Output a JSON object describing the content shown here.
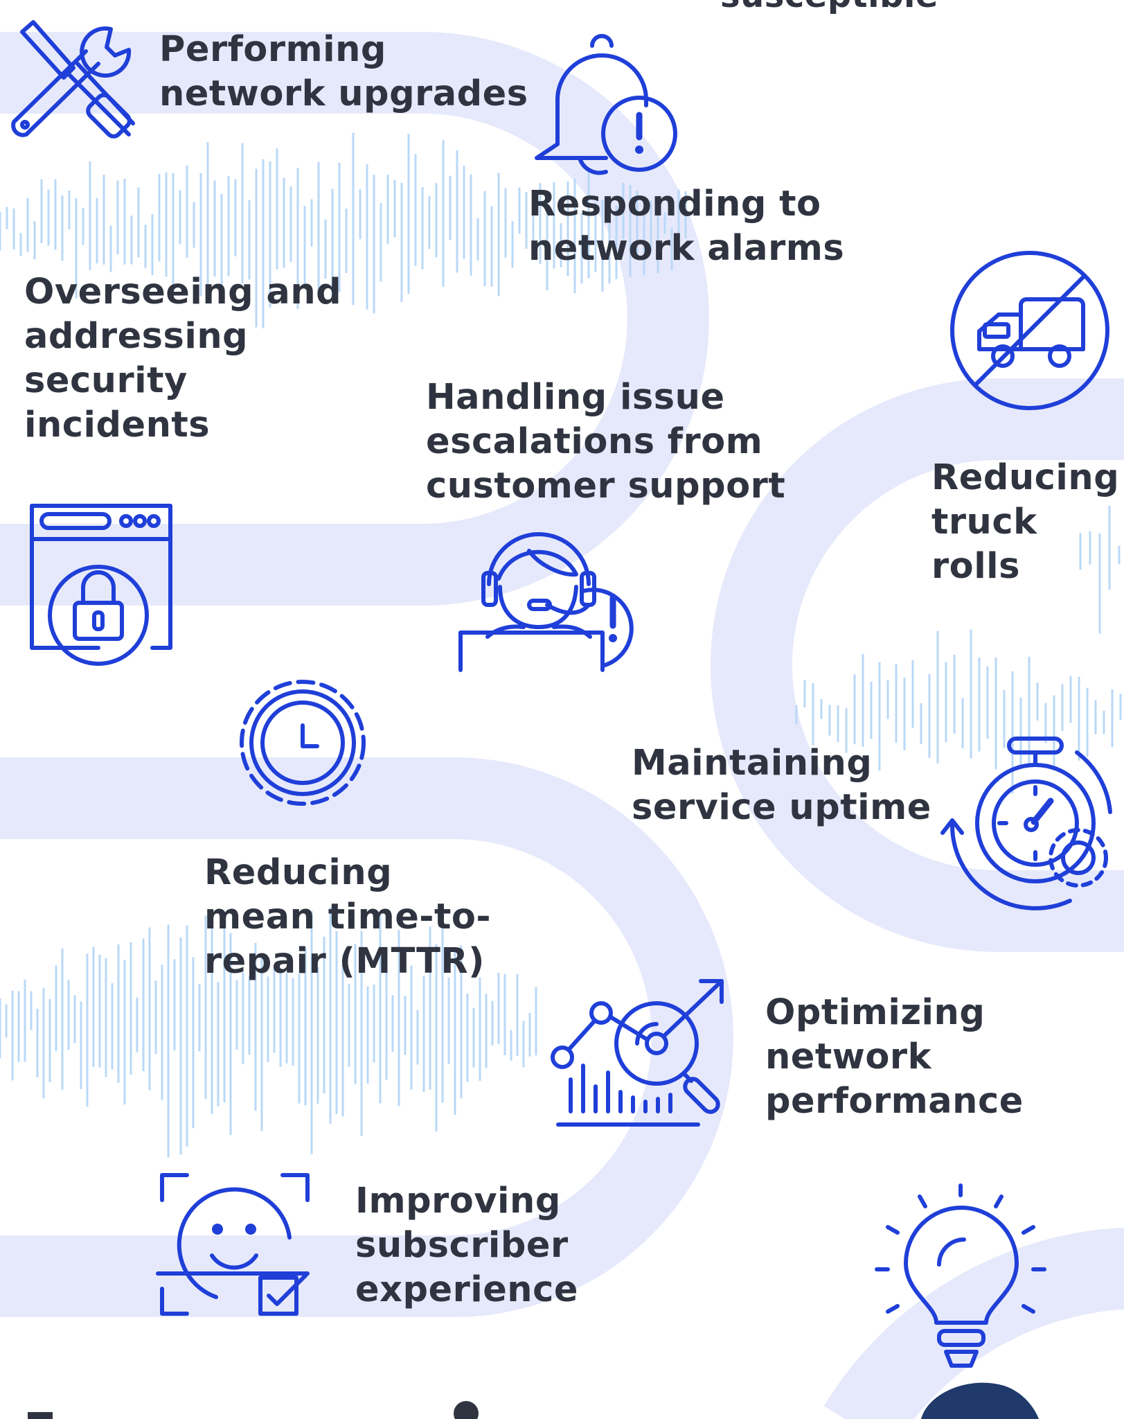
{
  "header_text": "susceptible",
  "items": [
    {
      "label": "Performing\nnetwork upgrades",
      "icon": "wrench-screwdriver-icon"
    },
    {
      "label": "Responding to\nnetwork alarms",
      "icon": "alarm-bell-icon"
    },
    {
      "label": "Overseeing and\naddressing\nsecurity\nincidents",
      "icon": "browser-lock-icon"
    },
    {
      "label": "Handling issue\nescalations from\ncustomer support",
      "icon": "support-agent-icon"
    },
    {
      "label": "Reducing\ntruck rolls",
      "icon": "no-truck-icon"
    },
    {
      "label": "Maintaining\nservice uptime",
      "icon": "stopwatch-gear-icon"
    },
    {
      "label": "Reducing\nmean time-to-\nrepair (MTTR)",
      "icon": "gear-clock-icon"
    },
    {
      "label": "Optimizing\nnetwork\nperformance",
      "icon": "analytics-magnifier-icon"
    },
    {
      "label": "Improving\nsubscriber\nexperience",
      "icon": "face-scan-icon"
    }
  ],
  "extra_icons": [
    "lightbulb-icon"
  ],
  "colors": {
    "accent": "#1f3fd8",
    "track": "#e6e9fb",
    "waveform": "#b9d8f7",
    "text": "#2f3440",
    "dark_shape": "#1f3a6b"
  }
}
